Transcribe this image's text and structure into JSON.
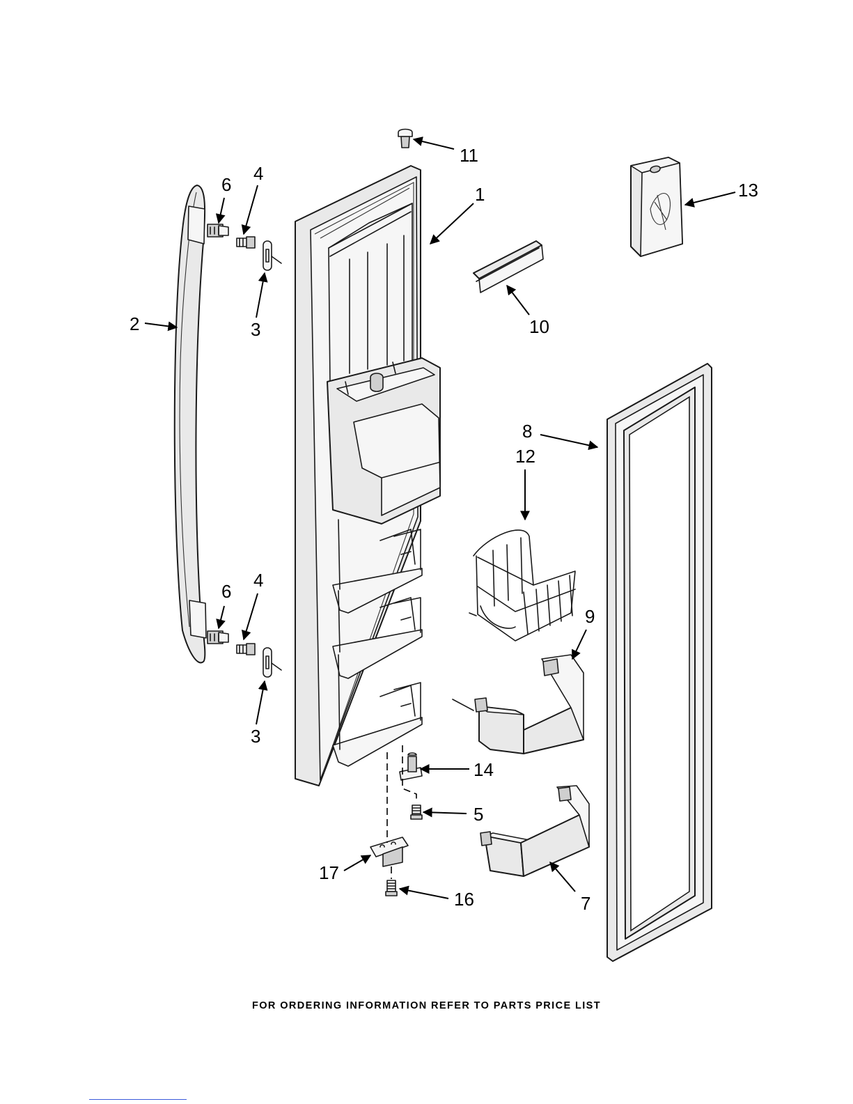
{
  "footer": {
    "note": "FOR ORDERING INFORMATION REFER TO PARTS PRICE LIST"
  },
  "callouts": {
    "c1": "1",
    "c2": "2",
    "c3_top": "3",
    "c3_bottom": "3",
    "c4_top": "4",
    "c4_bottom": "4",
    "c5": "5",
    "c6_top": "6",
    "c6_bottom": "6",
    "c7": "7",
    "c8": "8",
    "c9": "9",
    "c10": "10",
    "c11": "11",
    "c12": "12",
    "c13": "13",
    "c14": "14",
    "c16": "16",
    "c17": "17"
  },
  "colors": {
    "line": "#1a1a1a",
    "fill": "#e9e9e9",
    "background": "#ffffff"
  }
}
